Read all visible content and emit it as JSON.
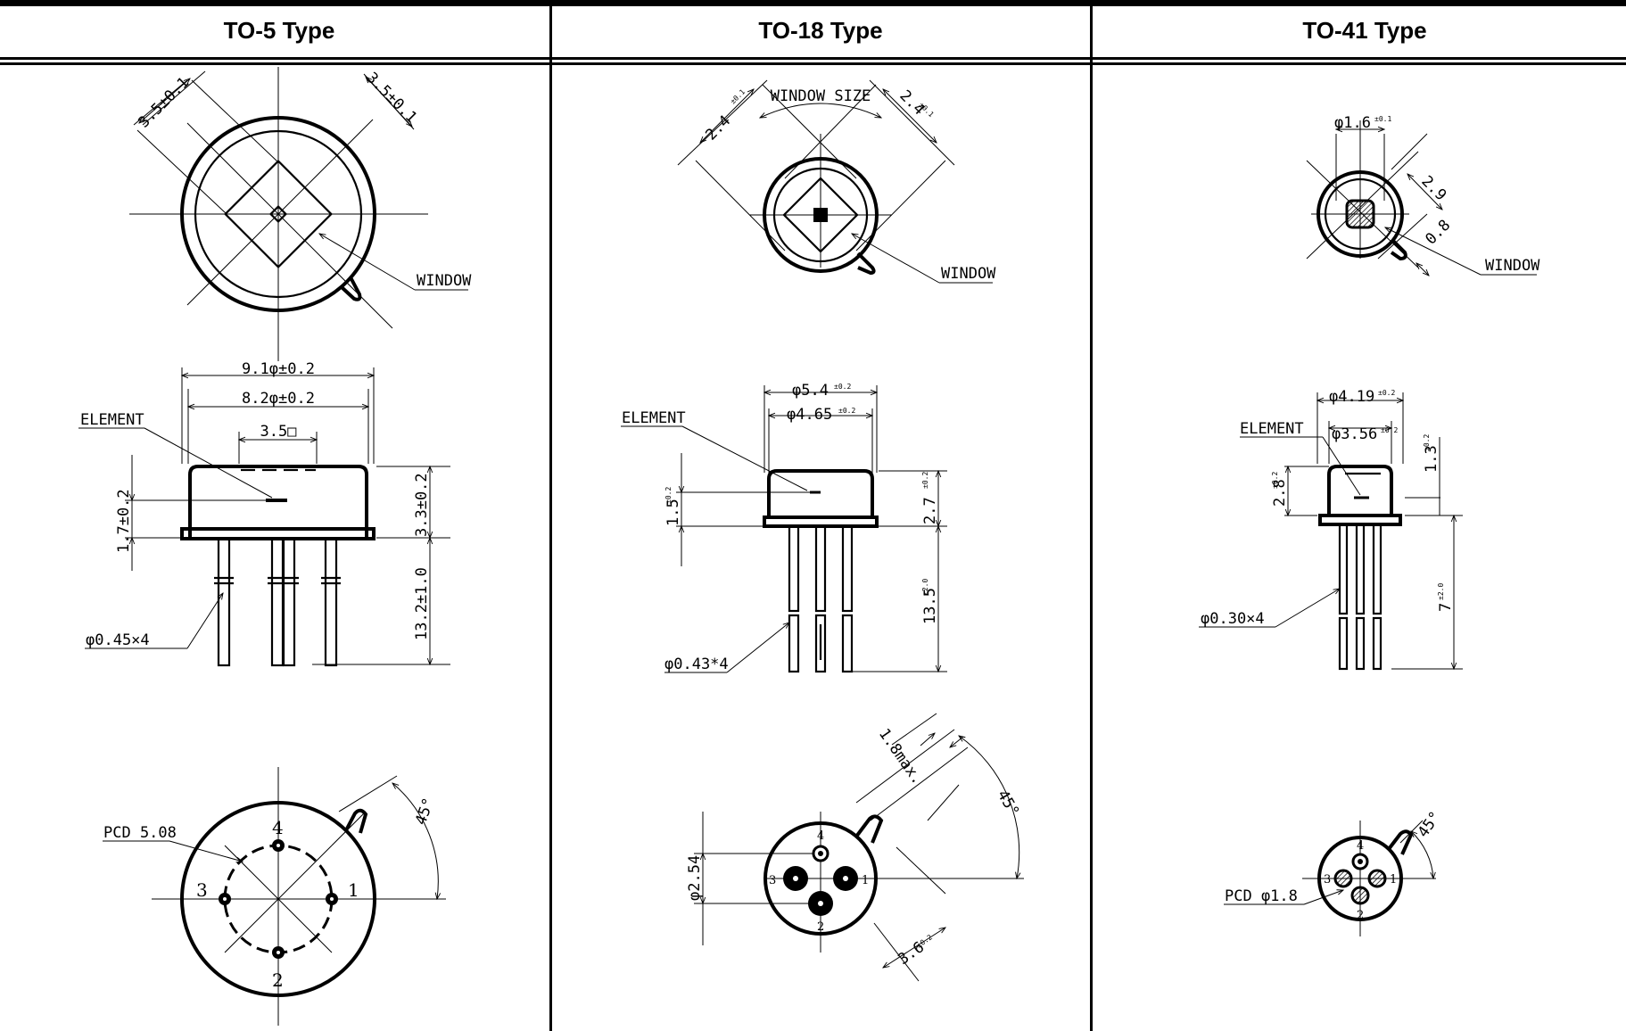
{
  "headers": {
    "to5": "TO-5 Type",
    "to18": "TO-18 Type",
    "to41": "TO-41 Type"
  },
  "to5": {
    "top": {
      "dim_left": "3.5±0.1",
      "dim_right": "3.5±0.1",
      "window": "WINDOW"
    },
    "side": {
      "outer_dia": "9.1φ±0.2",
      "inner_dia": "8.2φ±0.2",
      "element_size": "3.5□",
      "element": "ELEMENT",
      "element_height": "1.7±0.2",
      "cap_height": "3.3±0.2",
      "lead_length": "13.2±1.0",
      "leads": "φ0.45×4"
    },
    "bottom": {
      "pcd": "PCD 5.08",
      "angle": "45°",
      "pins": [
        "1",
        "2",
        "3",
        "4"
      ]
    }
  },
  "to18": {
    "top": {
      "dim_left": "2.4",
      "dim_left_tol": "±0.1",
      "dim_right": "2.4",
      "dim_right_tol": "±0.1",
      "window_size": "WINDOW SIZE",
      "window": "WINDOW"
    },
    "side": {
      "outer_dia": "φ5.4",
      "outer_dia_tol": "±0.2",
      "inner_dia": "φ4.65",
      "inner_dia_tol": "±0.2",
      "element": "ELEMENT",
      "element_height": "1.5",
      "element_height_tol": "±0.2",
      "cap_height": "2.7",
      "cap_height_tol": "±0.2",
      "lead_length": "13.5",
      "lead_length_tol": "±2.0",
      "leads": "φ0.43*4"
    },
    "bottom": {
      "tab": "1.8max.",
      "pcd": "φ2.54",
      "angle": "45°",
      "dia": "3.6",
      "dia_tol": "±0.2",
      "pins": [
        "1",
        "2",
        "3",
        "4"
      ]
    }
  },
  "to41": {
    "top": {
      "dia": "φ1.6",
      "dia_tol": "±0.1",
      "d1": "2.9",
      "d2": "0.8",
      "window": "WINDOW"
    },
    "side": {
      "outer_dia": "φ4.19",
      "outer_dia_tol": "±0.2",
      "inner_dia": "φ3.56",
      "inner_dia_tol": "±0.2",
      "element": "ELEMENT",
      "element_height": "2.8",
      "element_height_tol": "±0.2",
      "cap_height": "1.3",
      "cap_height_tol": "±0.2",
      "lead_length": "7",
      "lead_length_tol": "±2.0",
      "leads": "φ0.30×4"
    },
    "bottom": {
      "pcd": "PCD φ1.8",
      "angle": "45°",
      "pins": [
        "1",
        "2",
        "3",
        "4"
      ]
    }
  }
}
